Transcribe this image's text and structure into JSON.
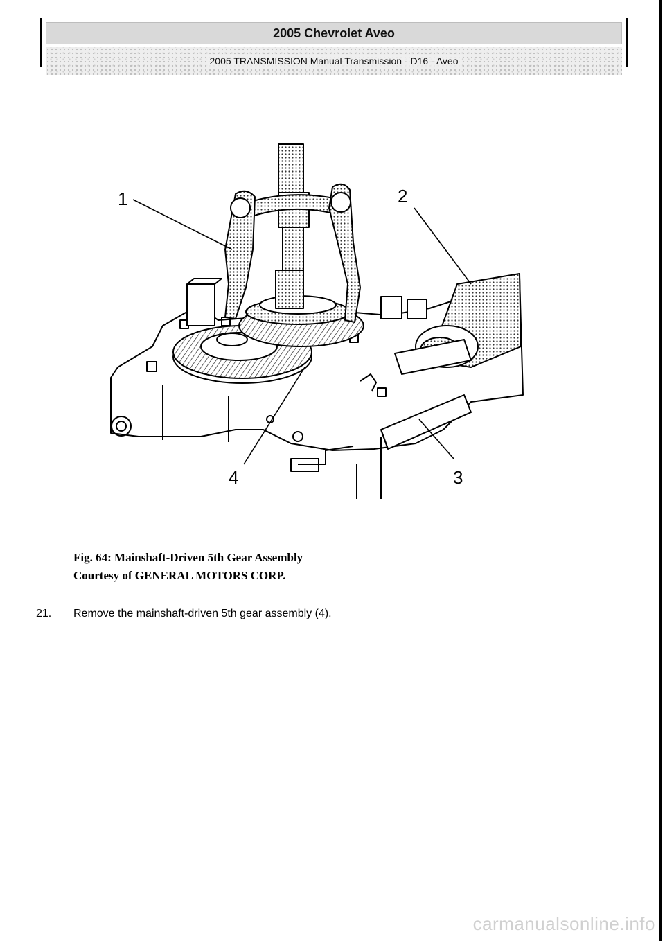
{
  "header": {
    "title": "2005 Chevrolet Aveo",
    "subtitle": "2005 TRANSMISSION Manual Transmission - D16 - Aveo"
  },
  "figure": {
    "callouts": [
      "1",
      "2",
      "3",
      "4"
    ]
  },
  "caption": {
    "line1": "Fig. 64: Mainshaft-Driven 5th Gear Assembly",
    "line2": "Courtesy of GENERAL MOTORS CORP."
  },
  "step": {
    "number": "21.",
    "text": "Remove the mainshaft-driven 5th gear assembly (4)."
  },
  "watermark": "carmanualsonline.info"
}
